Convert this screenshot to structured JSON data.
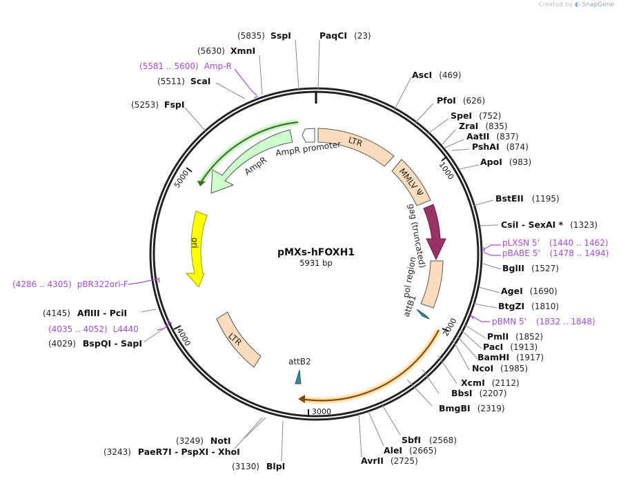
{
  "credit": {
    "prefix": "Created by",
    "brand": "SnapGene"
  },
  "plasmid": {
    "name": "pMXs-hFOXH1",
    "size_label": "5931 bp"
  },
  "ticks": [
    "1000",
    "2000",
    "3000",
    "4000",
    "5000"
  ],
  "features": [
    {
      "label": "LTR",
      "color": "#fbdcbd"
    },
    {
      "label": "MMLV Ψ",
      "color": "#fbdcbd"
    },
    {
      "label": "gag (truncated)",
      "color": "#993366"
    },
    {
      "label": "pol region",
      "color": "#fbdcbd"
    },
    {
      "label": "attB1",
      "color": "#3d8a94"
    },
    {
      "label": "attB2",
      "color": "#3d8a94"
    },
    {
      "label": "LTR",
      "color": "#fbdcbd"
    },
    {
      "label": "ori",
      "color": "#ffff00"
    },
    {
      "label": "AmpR",
      "color": "#ccffcc"
    },
    {
      "label": "AmpR promoter",
      "color": "#ffffff"
    }
  ],
  "enzymes": [
    {
      "name": "SspI",
      "pos": "(5835)"
    },
    {
      "name": "PaqCI",
      "pos": "(23)"
    },
    {
      "name": "XmnI",
      "pos": "(5630)"
    },
    {
      "name": "ScaI",
      "pos": "(5511)"
    },
    {
      "name": "FspI",
      "pos": "(5253)"
    },
    {
      "name": "AscI",
      "pos": "(469)"
    },
    {
      "name": "PfoI",
      "pos": "(626)"
    },
    {
      "name": "SpeI",
      "pos": "(752)"
    },
    {
      "name": "ZraI",
      "pos": "(835)"
    },
    {
      "name": "AatII",
      "pos": "(837)"
    },
    {
      "name": "PshAI",
      "pos": "(874)"
    },
    {
      "name": "ApoI",
      "pos": "(983)"
    },
    {
      "name": "BstEII",
      "pos": "(1195)"
    },
    {
      "name": "CsiI  -  SexAI *",
      "pos": "(1323)"
    },
    {
      "name": "BglII",
      "pos": "(1527)"
    },
    {
      "name": "AgeI",
      "pos": "(1690)"
    },
    {
      "name": "BtgZI",
      "pos": "(1810)"
    },
    {
      "name": "PmlI",
      "pos": "(1852)"
    },
    {
      "name": "PacI",
      "pos": "(1913)"
    },
    {
      "name": "BamHI",
      "pos": "(1917)"
    },
    {
      "name": "NcoI",
      "pos": "(1985)"
    },
    {
      "name": "XcmI",
      "pos": "(2112)"
    },
    {
      "name": "BbsI",
      "pos": "(2207)"
    },
    {
      "name": "BmgBI",
      "pos": "(2319)"
    },
    {
      "name": "SbfI",
      "pos": "(2568)"
    },
    {
      "name": "AleI",
      "pos": "(2665)"
    },
    {
      "name": "AvrII",
      "pos": "(2725)"
    },
    {
      "name": "BlpI",
      "pos": "(3130)"
    },
    {
      "name": "NotI",
      "pos": "(3249)"
    },
    {
      "name": "PaeR7I  -  PspXI  -  XhoI",
      "pos": "(3243)"
    },
    {
      "name": "BspQI  -  SapI",
      "pos": "(4029)"
    },
    {
      "name": "AflIII  -  PciI",
      "pos": "(4145)"
    }
  ],
  "primers": [
    {
      "name": "Amp-R",
      "range": "(5581 .. 5600)"
    },
    {
      "name": "pLXSN 5'",
      "range": "(1440 .. 1462)"
    },
    {
      "name": "pBABE 5'",
      "range": "(1478 .. 1494)"
    },
    {
      "name": "pBMN 5'",
      "range": "(1832 .. 1848)"
    },
    {
      "name": "pBR322ori-F",
      "range": "(4286 .. 4305)"
    },
    {
      "name": "L4440",
      "range": "(4035 .. 4052)"
    }
  ]
}
